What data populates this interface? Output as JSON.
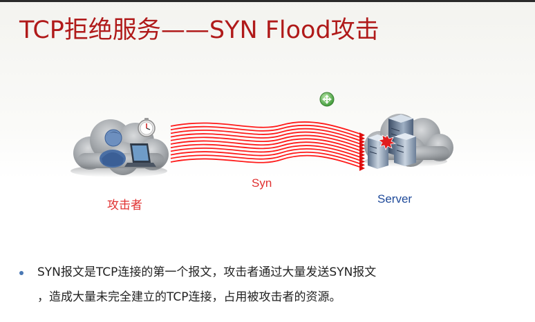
{
  "slide": {
    "title": "TCP拒绝服务——SYN Flood攻击"
  },
  "diagram": {
    "attacker_label": "攻击者",
    "flow_label": "Syn",
    "server_label": "Server",
    "icons": [
      "attacker-cloud-icon",
      "user-icon",
      "laptop-icon",
      "clock-icon",
      "server-cloud-icon",
      "server-icon",
      "overload-burst-icon",
      "green-move-handle-icon"
    ],
    "colors": {
      "flow_lines": "#ff1a1a",
      "attacker_label": "#e03030",
      "server_label": "#1f4a9a",
      "title": "#b01a1a",
      "cloud": "#8a8e92"
    }
  },
  "bullets": {
    "line1": "SYN报文是TCP连接的第一个报文，攻击者通过大量发送SYN报文",
    "line2": "，造成大量未完全建立的TCP连接，占用被攻击者的资源。"
  }
}
